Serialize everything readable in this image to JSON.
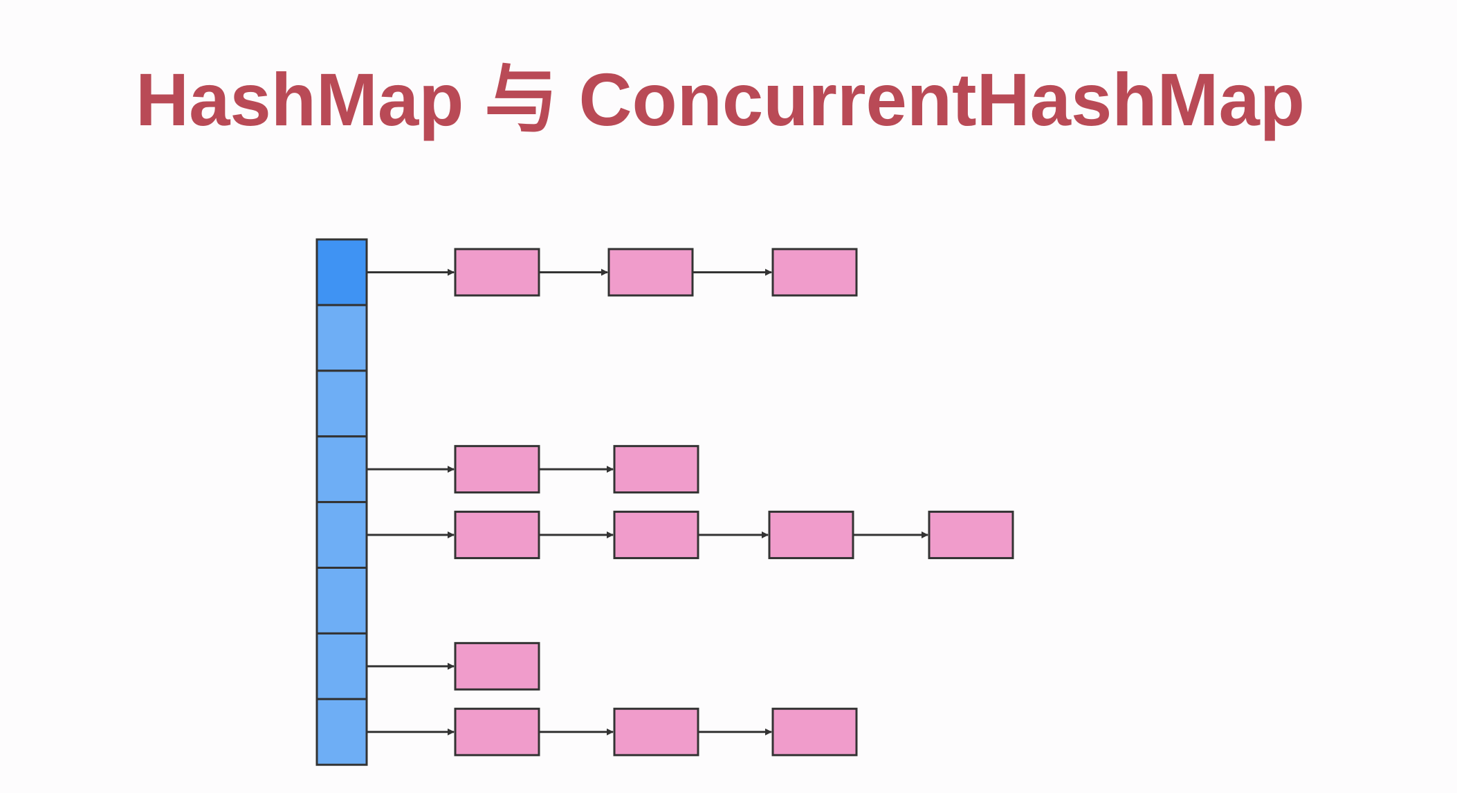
{
  "title": "HashMap 与 ConcurrentHashMap",
  "colors": {
    "title": "#b94a56",
    "bucket_active": "#3f93f3",
    "bucket": "#6eaef5",
    "node": "#f09ccb",
    "stroke": "#333333",
    "arrow": "#333333"
  },
  "diagram": {
    "bucket_count": 8,
    "active_bucket": 0,
    "chains": [
      {
        "bucket": 0,
        "length": 3
      },
      {
        "bucket": 3,
        "length": 2
      },
      {
        "bucket": 4,
        "length": 4
      },
      {
        "bucket": 6,
        "length": 1
      },
      {
        "bucket": 7,
        "length": 3
      }
    ]
  }
}
